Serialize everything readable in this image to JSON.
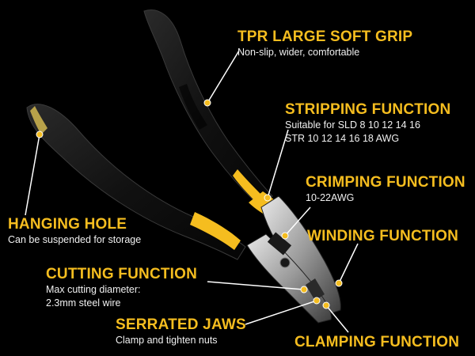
{
  "colors": {
    "accent": "#f5bd1f",
    "background": "#000000",
    "text": "#f0f0f0"
  },
  "features": {
    "grip": {
      "title": "TPR LARGE SOFT GRIP",
      "desc": "Non-slip, wider, comfortable"
    },
    "stripping": {
      "title": "STRIPPING FUNCTION",
      "desc_line1": "Suitable for SLD 8 10 12 14 16",
      "desc_line2": "STR 10 12 14 16 18 AWG"
    },
    "crimping": {
      "title": "CRIMPING FUNCTION",
      "desc": "10-22AWG"
    },
    "winding": {
      "title": "WINDING FUNCTION"
    },
    "hanging": {
      "title": "HANGING HOLE",
      "desc": "Can be suspended for storage"
    },
    "cutting": {
      "title": "CUTTING FUNCTION",
      "desc_line1": "Max cutting diameter:",
      "desc_line2": "2.3mm steel wire"
    },
    "serrated": {
      "title": "SERRATED JAWS",
      "desc": "Clamp and tighten nuts"
    },
    "clamping": {
      "title": "CLAMPING FUNCTION"
    }
  },
  "product_icon": "lineman-pliers-illustration"
}
